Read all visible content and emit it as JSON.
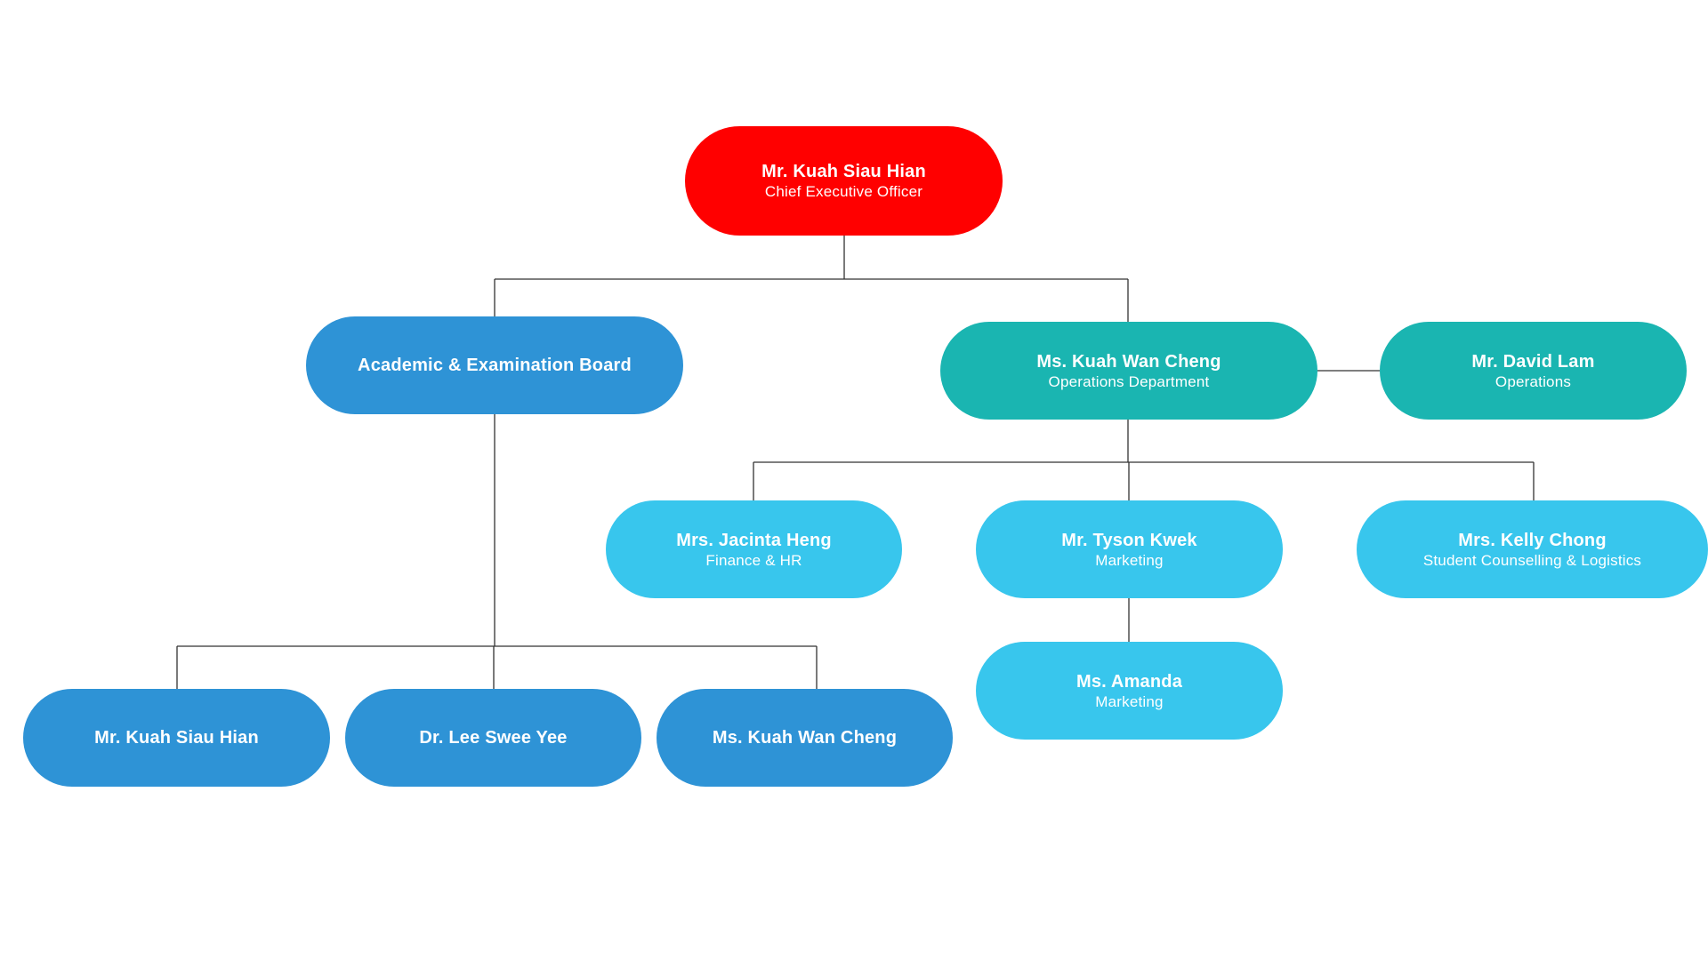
{
  "org_chart": {
    "ceo": {
      "name": "Mr. Kuah Siau Hian",
      "role": "Chief Executive Officer",
      "color": "#ff0000"
    },
    "academic_board": {
      "name": "Academic & Examination Board",
      "color": "#2e93d6",
      "members": [
        {
          "name": "Mr. Kuah Siau Hian"
        },
        {
          "name": "Dr. Lee Swee Yee"
        },
        {
          "name": "Ms. Kuah Wan Cheng"
        }
      ]
    },
    "operations": {
      "head": {
        "name": "Ms. Kuah Wan Cheng",
        "role": "Operations Department",
        "color": "#1ab5b1"
      },
      "side": {
        "name": "Mr. David Lam",
        "role": "Operations",
        "color": "#1ab5b1"
      },
      "staff_color": "#38c6ed",
      "staff": [
        {
          "name": "Mrs. Jacinta Heng",
          "role": "Finance & HR"
        },
        {
          "name": "Mr. Tyson Kwek",
          "role": "Marketing"
        },
        {
          "name": "Mrs. Kelly Chong",
          "role": "Student Counselling & Logistics"
        }
      ],
      "marketing_report": {
        "name": "Ms. Amanda",
        "role": "Marketing"
      }
    },
    "connector_color": "#333333"
  }
}
